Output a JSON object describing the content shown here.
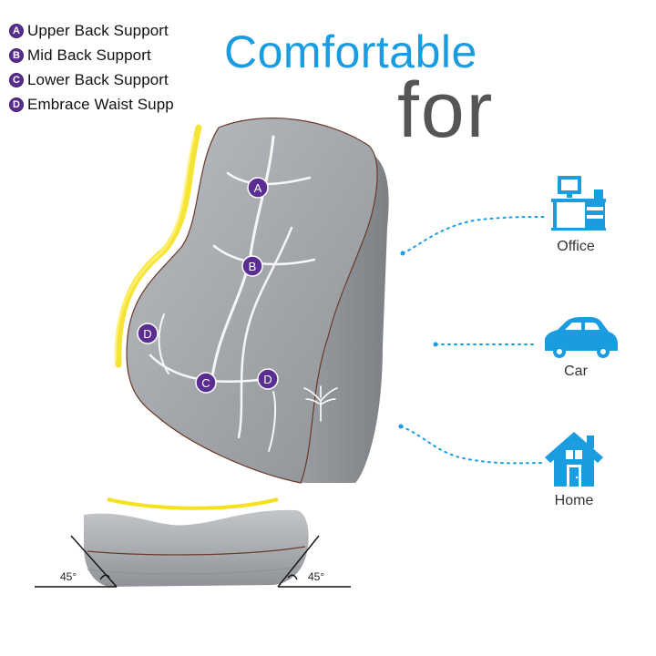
{
  "legend": {
    "items": [
      {
        "letter": "A",
        "text": "Upper Back Support"
      },
      {
        "letter": "B",
        "text": "Mid Back Support"
      },
      {
        "letter": "C",
        "text": "Lower Back Support"
      },
      {
        "letter": "D",
        "text": "Embrace Waist Supp"
      }
    ]
  },
  "headline": "Comfortable",
  "subhead": "for",
  "cushion_markers": [
    "A",
    "B",
    "D",
    "C",
    "D"
  ],
  "use_cases": [
    {
      "label": "Office",
      "icon": "office-desk-icon"
    },
    {
      "label": "Car",
      "icon": "car-icon"
    },
    {
      "label": "Home",
      "icon": "house-icon"
    }
  ],
  "angles": {
    "left": "45°",
    "right": "45°"
  },
  "colors": {
    "accent_blue": "#1a9de0",
    "marker_purple": "#5a2d91",
    "cushion_gray": "#a9adb1",
    "highlight_yellow": "#f5e11e"
  }
}
